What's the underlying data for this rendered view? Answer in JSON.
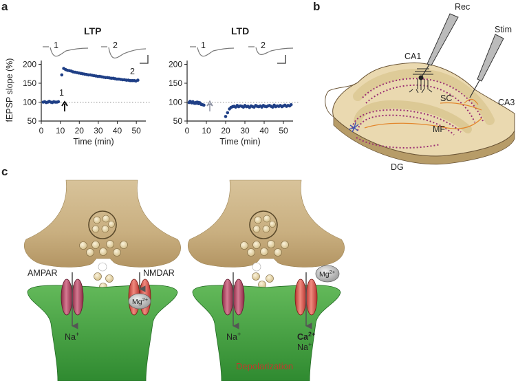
{
  "panels": {
    "a": "a",
    "b": "b",
    "c": "c"
  },
  "chart_data": [
    {
      "type": "scatter",
      "title": "LTP",
      "xlabel": "Time (min)",
      "ylabel": "fEPSP slope (%)",
      "xlim": [
        0,
        55
      ],
      "ylim": [
        50,
        210
      ],
      "xticks": [
        "0",
        "10",
        "20",
        "30",
        "40",
        "50"
      ],
      "yticks": [
        "50",
        "100",
        "150",
        "200"
      ],
      "baseline": 100,
      "stim_time": 10,
      "annotations": [
        "1",
        "2"
      ],
      "trace_labels": [
        "1",
        "2"
      ],
      "series": [
        {
          "x": [
            1,
            1.8,
            2.6,
            3.4,
            4.2,
            5,
            5.8,
            6.6,
            7.4,
            8.2,
            9
          ],
          "y": [
            100,
            101,
            99,
            100,
            102,
            100,
            99,
            101,
            100,
            100,
            101
          ]
        },
        {
          "x": [
            10.8,
            11.8,
            12.8,
            13.8,
            14.8,
            15.8,
            16.8,
            17.8,
            18.8,
            19.8,
            20.8,
            21.8,
            22.8,
            23.8,
            24.8,
            25.8,
            26.8,
            27.8,
            28.8,
            29.8,
            30.8,
            31.8,
            32.8,
            33.8,
            34.8,
            35.8,
            36.8,
            37.8,
            38.8,
            39.8,
            40.8,
            41.8,
            42.8,
            43.8,
            44.8,
            45.8,
            46.8,
            47.8,
            48.8,
            49.8,
            50.8
          ],
          "y": [
            172,
            189,
            186,
            184,
            183,
            182,
            180,
            179,
            178,
            177,
            176,
            175,
            174,
            173,
            172,
            172,
            171,
            170,
            169,
            168,
            168,
            167,
            166,
            165,
            165,
            164,
            163,
            163,
            162,
            161,
            161,
            160,
            159,
            159,
            158,
            158,
            157,
            157,
            157,
            156,
            158
          ]
        }
      ]
    },
    {
      "type": "scatter",
      "title": "LTD",
      "xlabel": "Time (min)",
      "xlim": [
        0,
        55
      ],
      "ylim": [
        50,
        210
      ],
      "xticks": [
        "0",
        "10",
        "20",
        "30",
        "40",
        "50"
      ],
      "yticks": [
        "50",
        "100",
        "150",
        "200"
      ],
      "baseline": 100,
      "stim_time": 9,
      "trace_labels": [
        "1",
        "2"
      ],
      "series": [
        {
          "x": [
            1,
            1.7,
            2.4,
            3.1,
            3.8,
            4.5,
            5.2,
            5.9,
            6.6,
            7.3,
            8,
            8.7,
            1.5,
            3,
            4.5,
            6
          ],
          "y": [
            99,
            101,
            98,
            100,
            97,
            99,
            100,
            96,
            98,
            94,
            93,
            92,
            102,
            101,
            97,
            99
          ]
        },
        {
          "x": [
            20,
            21,
            22,
            22.8,
            23.6,
            24.4,
            25.2,
            26,
            26.8,
            27.6,
            28.4,
            29.2,
            30,
            30.8,
            31.6,
            32.4,
            33.2,
            34,
            34.8,
            35.6,
            36.4,
            37.2,
            38,
            38.8,
            39.6,
            40.4,
            41.2,
            42,
            42.8,
            43.6,
            44.4,
            45.2,
            46,
            46.8,
            47.6,
            48.4,
            49.2,
            50,
            50.8,
            51.6,
            52.4,
            53.2,
            54
          ],
          "y": [
            62,
            72,
            82,
            86,
            88,
            89,
            87,
            91,
            88,
            90,
            89,
            87,
            91,
            88,
            89,
            86,
            90,
            88,
            87,
            91,
            89,
            88,
            90,
            87,
            91,
            89,
            88,
            90,
            91,
            89,
            87,
            92,
            88,
            90,
            89,
            91,
            88,
            90,
            92,
            89,
            91,
            90,
            93
          ]
        }
      ]
    }
  ],
  "hippocampus": {
    "rec": "Rec",
    "stim": "Stim",
    "ca1": "CA1",
    "sc": "SC",
    "ca3": "CA3",
    "mf": "MF",
    "dg": "DG"
  },
  "synapse": {
    "ampar": "AMPAR",
    "nmdar": "NMDAR",
    "mg": "Mg",
    "mg_sup": "2+",
    "na": "Na",
    "na_sup": "+",
    "ca": "Ca",
    "ca_sup": "2+",
    "depolarization": "Depolarization"
  },
  "colors": {
    "dots": "#1f3f86",
    "terminal": "#ccb487",
    "spine": "#3c9a3a",
    "receptor": "#b33a55",
    "nmdar": "#d8514f",
    "depol": "#c0392b",
    "slice": "#e9dab3"
  }
}
